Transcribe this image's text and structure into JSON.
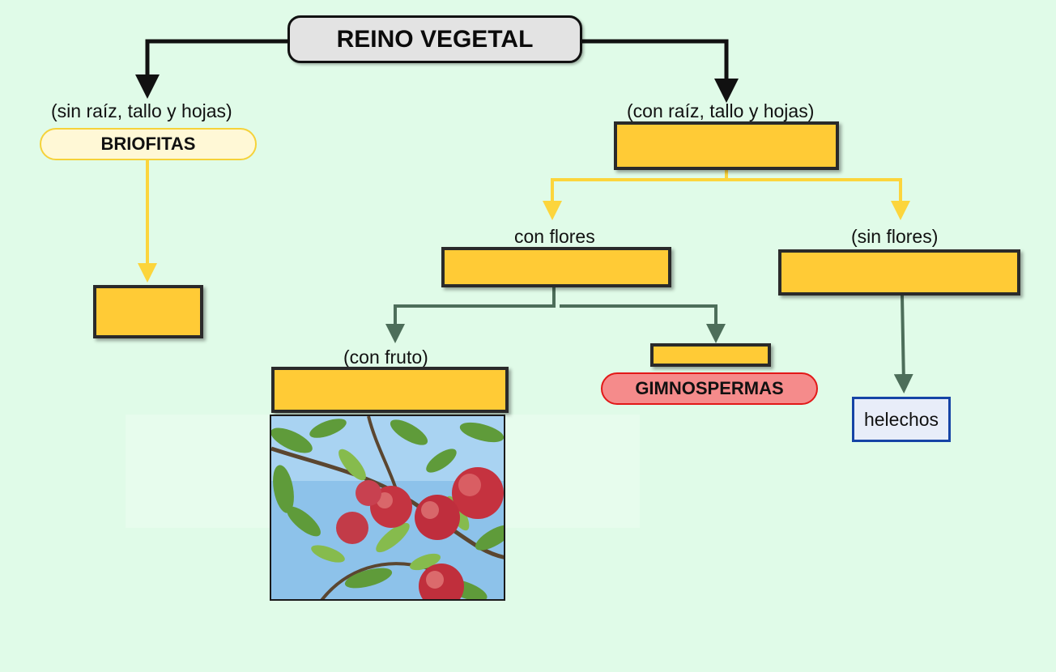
{
  "diagram": {
    "title": "REINO VEGETAL",
    "left_branch": {
      "caption": "(sin raíz, tallo y hojas)",
      "node": "BRIOFITAS"
    },
    "right_branch": {
      "caption": "(con raíz, tallo y hojas)",
      "with_flowers": {
        "caption": "con flores",
        "fruit_caption": "(con fruto)",
        "gymno_node": "GIMNOSPERMAS"
      },
      "without_flowers": {
        "caption": "(sin flores)",
        "example_node": "helechos"
      }
    }
  },
  "colors": {
    "background": "#e0fbe8",
    "blank_box": "#ffcb36",
    "yellow_connector": "#fcd53c",
    "green_connector": "#4d6e5a",
    "black_connector": "#111111"
  },
  "photo": {
    "subject": "apple tree branch with red apples",
    "icon": "apple-photo"
  }
}
